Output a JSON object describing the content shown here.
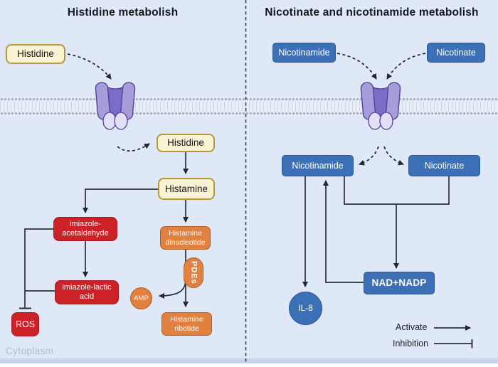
{
  "left_panel": {
    "title": "Histidine metabolish",
    "compartment_label": "Cytoplasm",
    "nodes": {
      "histidine_out": "Histidine",
      "histidine_in": "Histidine",
      "histamine": "Histamine",
      "imiazole_acetaldehyde": "imiazole-\nacetaldehyde",
      "imiazole_lactic_acid": "imiazole-lactic\nacid",
      "ros": "ROS",
      "histamine_dinucleotide": "Histamine\ndinucleotide",
      "pdes_enzyme": "PDEs",
      "amp": "AMP",
      "histamine_ribotide": "Histamine\nribotide"
    }
  },
  "right_panel": {
    "title": "Nicotinate and nicotinamide metabolish",
    "nodes": {
      "nicotinamide_out": "Nicotinamide",
      "nicotinate_out": "Nicotinate",
      "nicotinamide_in": "Nicotinamide",
      "nicotinate_in": "Nicotinate",
      "nad_nadp": "NAD+NADP",
      "il8": "IL-8"
    }
  },
  "legend": {
    "activate_label": "Activate",
    "inhibition_label": "Inhibition"
  },
  "colors": {
    "background": "#dee8f6",
    "metabolite_cream_fill": "#f9f3d6",
    "metabolite_cream_border": "#b69738",
    "red_fill": "#cb2127",
    "orange_fill": "#e0813f",
    "blue_fill": "#3b70b6",
    "transporter_light": "#a79ddb",
    "transporter_dark": "#7b6cc7",
    "transporter_pale": "#e4def6",
    "membrane_dots": "#a6b3ca",
    "line_color": "#2c3038"
  }
}
